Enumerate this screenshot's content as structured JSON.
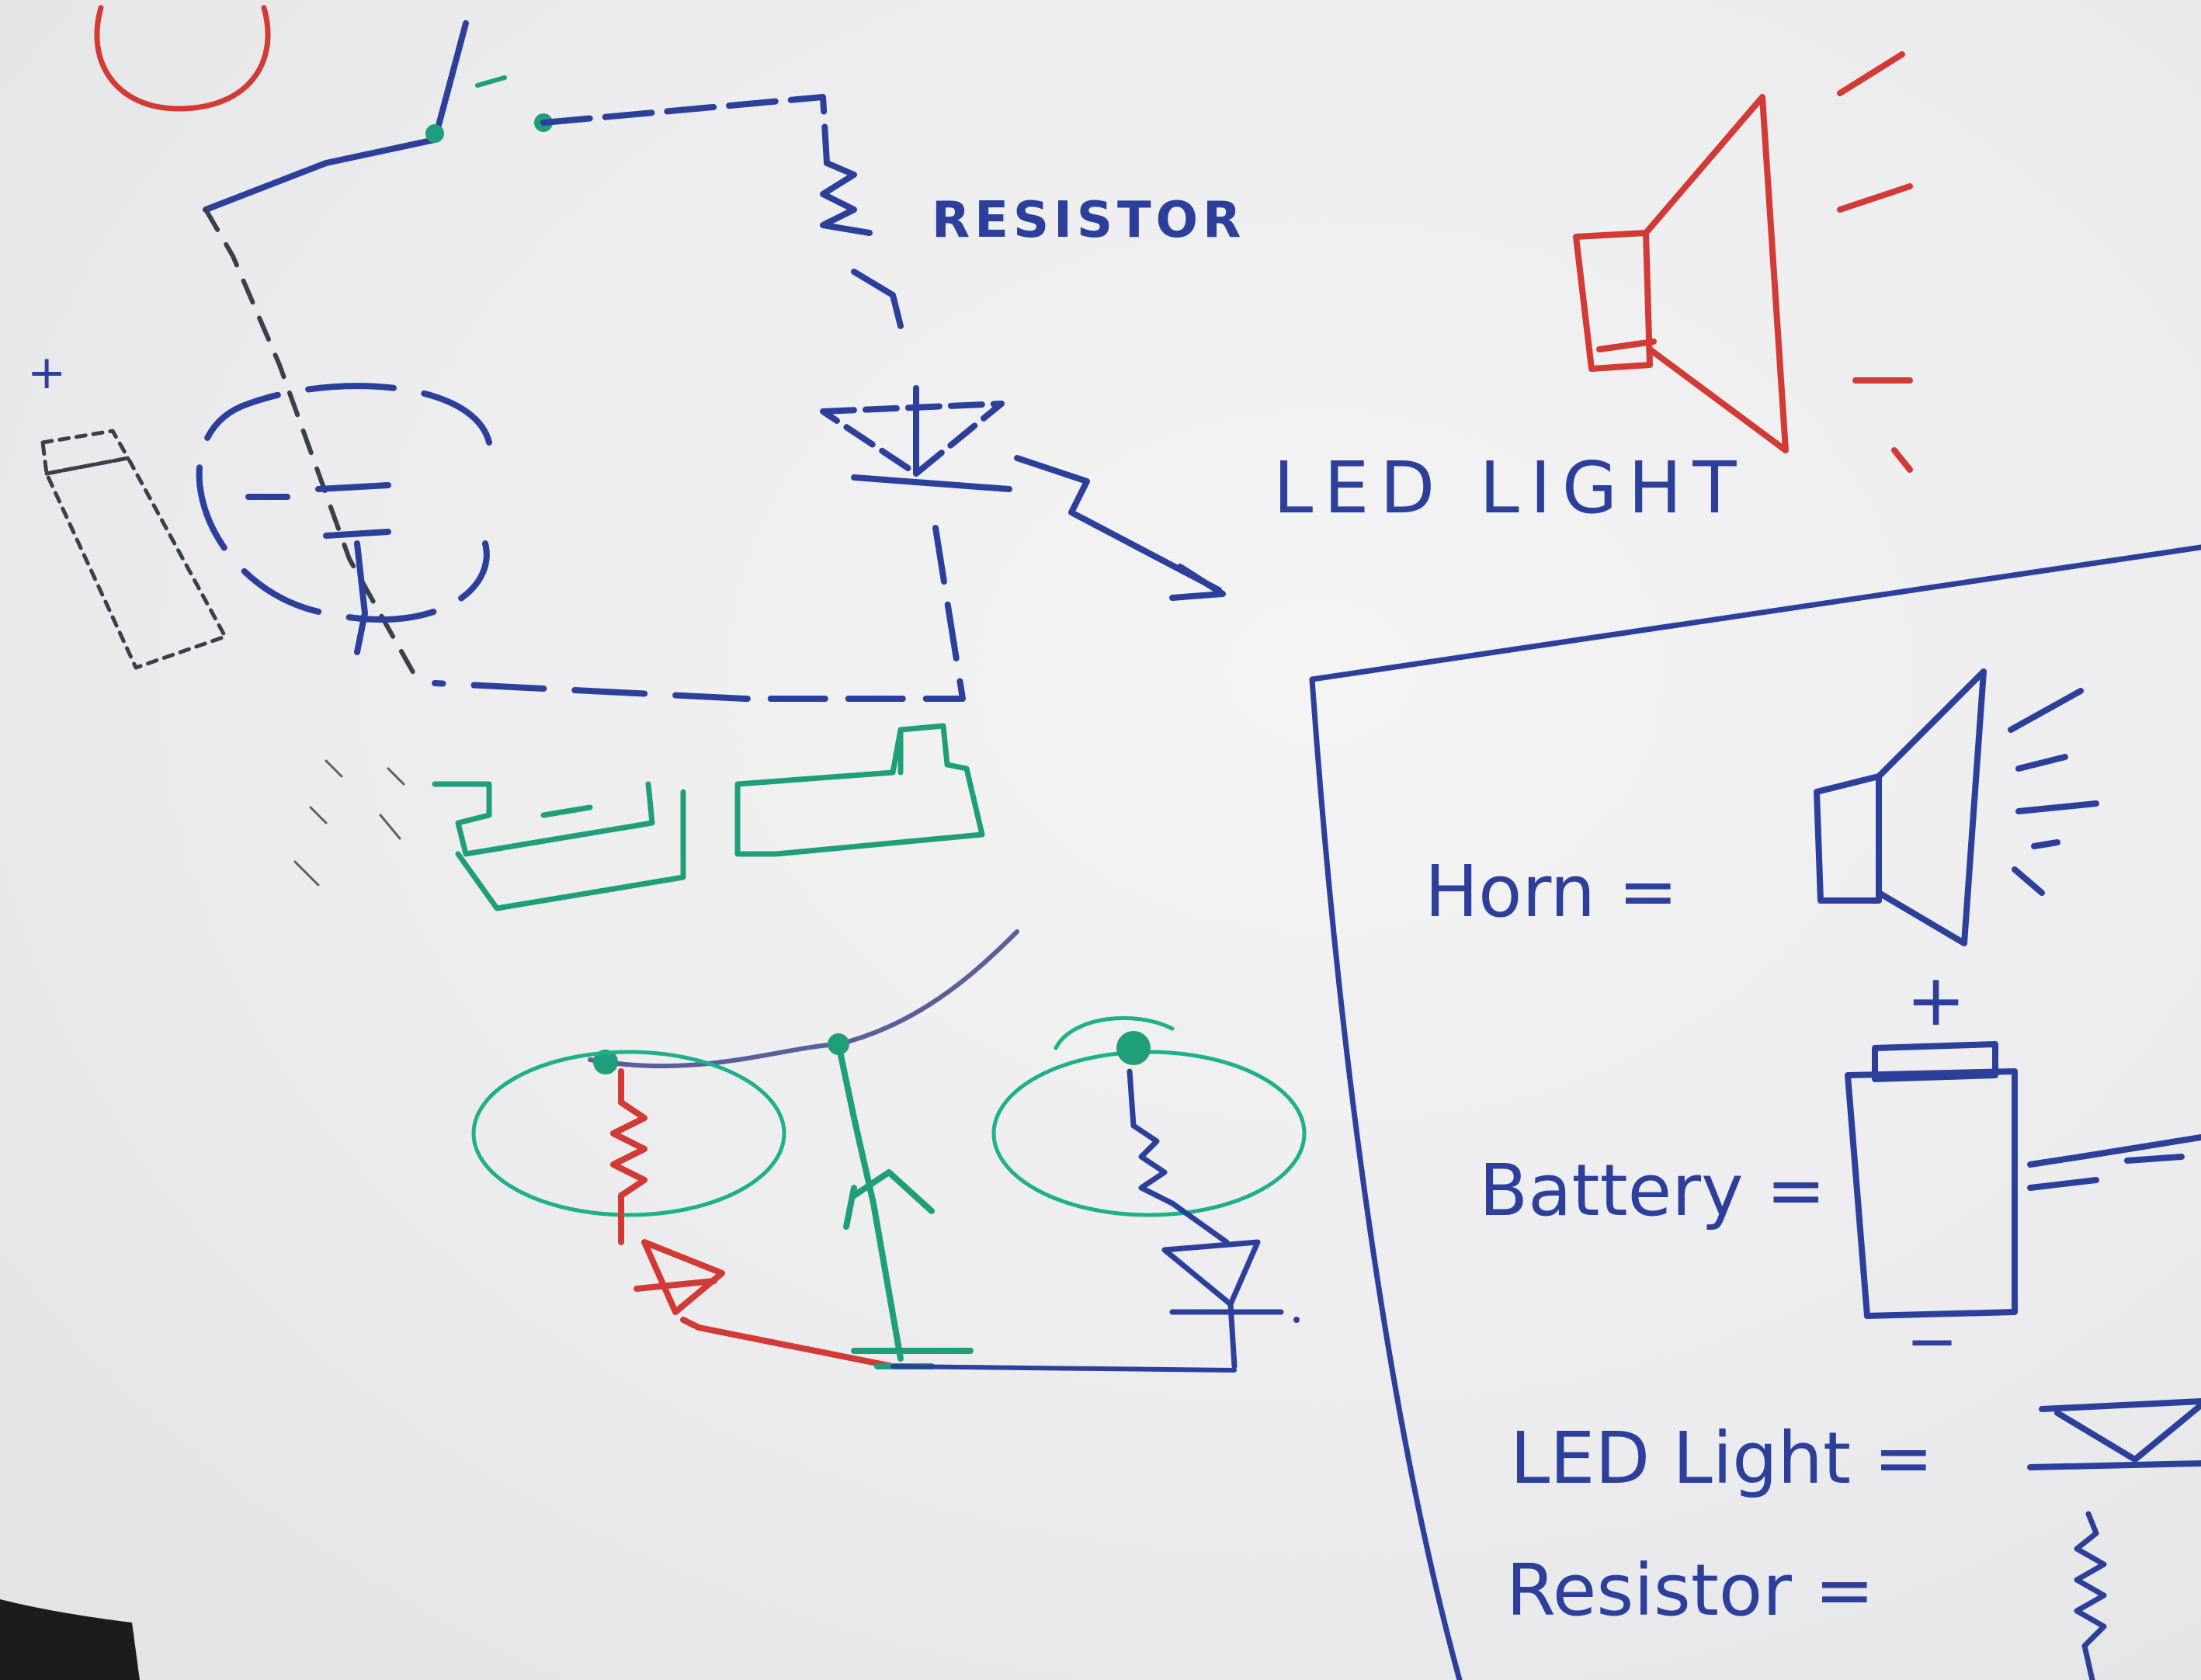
{
  "board": {
    "colors": {
      "blue_marker": "#2c3f9a",
      "green_marker": "#1f9e7a",
      "red_marker": "#d23a35",
      "board_white": "#efeff0"
    }
  },
  "circuit_sketch": {
    "resistor_label": "RESISTOR",
    "led_label": "LED LIGHT",
    "battery_plus": "+"
  },
  "legend": {
    "items": [
      {
        "label": "Horn =",
        "icon": "horn-icon"
      },
      {
        "label": "Battery =",
        "icon": "battery-icon"
      },
      {
        "label": "LED Light =",
        "icon": "led-icon"
      },
      {
        "label": "Resistor =",
        "icon": "resistor-icon"
      }
    ],
    "battery_plus": "+",
    "battery_minus": "−"
  }
}
